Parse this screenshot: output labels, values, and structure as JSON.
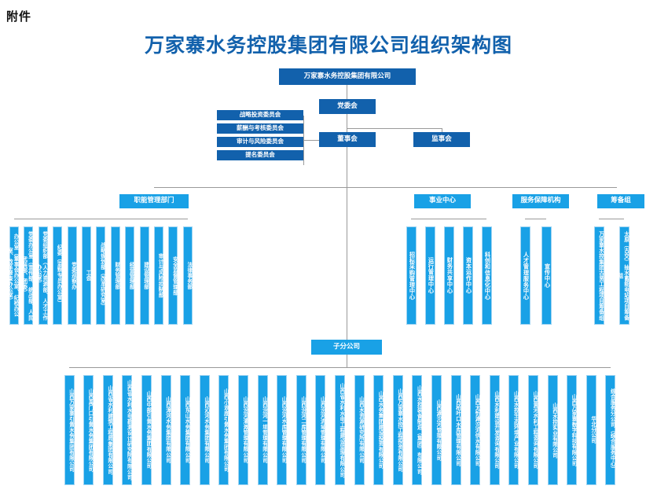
{
  "page": {
    "attachment_label": "附件",
    "title": "万家寨水务控股集团有限公司组织架构图",
    "colors": {
      "dark_blue": "#1261ac",
      "cyan": "#19a1e6",
      "line": "#9a9a9a",
      "title": "#1261ac"
    }
  },
  "chart_data": {
    "type": "diagram",
    "diagram_kind": "organization-chart",
    "root": "万家寨水务控股集团有限公司",
    "governance": {
      "party_committee": "党委会",
      "board_of_directors": "董事会",
      "board_of_supervisors": "监事会",
      "committees": [
        "战略投资委员会",
        "薪酬与考核委员会",
        "审计与风险委员会",
        "提名委员会"
      ]
    },
    "categories": [
      {
        "name": "职能管理部门",
        "units": [
          "办公室（董事会办公室、纪检办公室、改革督查办公室）",
          "党委办公室（宣传部、统战部、人民武装部、团委）",
          "党委组织部（人力资源部、人才工作办公室）",
          "纪委（监察专员办公室）",
          "党委巡察办",
          "工会",
          "战略规划部（改革研究室）",
          "财务管理部",
          "经营管理部",
          "建设管理部",
          "审计与风险控制部",
          "安全监督管理部",
          "法律事务部"
        ]
      },
      {
        "name": "事业中心",
        "units": [
          "招标采购管理中心",
          "运行管理中心",
          "财务共享中心",
          "资本运作中心",
          "科创和信息化中心"
        ]
      },
      {
        "name": "服务保障机构",
        "units": [
          "人才管理服务中心",
          "宣传中心"
        ]
      },
      {
        "name": "筹备组",
        "units": [
          "万家寨水控集团古贤工程项目筹备组",
          "太原（古交）抽水蓄能电站项目筹备组"
        ]
      }
    ],
    "subsidiaries_label": "子分公司",
    "subsidiaries": [
      "山西万家寨引黄水务集团有限公司",
      "山西禹门口引黄水务集团有限公司",
      "山西省水利建筑工程局集团有限公司",
      "山西省水利水电勘测设计研究院有限公司",
      "山西中部引黄水务集团有限公司",
      "山西漳河水务集团有限公司",
      "山西东山水务集团有限公司",
      "山西沁河水务集团有限公司",
      "山西小浪底引黄水务集团有限公司",
      "山西汾河灌溉管理有限公司",
      "山西汾河一坝管理有限公司",
      "山西汾河水库管理有限公司",
      "山西汾河二库管理有限公司",
      "山西汾河流域管理有限公司",
      "山西省水利水电工程建设监理有限公司",
      "山西水资源研究所有限公司",
      "山西水务集团建设投资有限公司",
      "山西万家寨水控工程投资有限公司",
      "山西水控装备制造（集团）有限公司",
      "山西滹沱河管理有限公司",
      "山西柏叶口水库管理有限公司",
      "山西太忻滹沱河供水有限公司",
      "山西水利建设开发咨询有限公司",
      "山西水控生态环境产业有限公司",
      "山西黄河水利工程咨询有限公司",
      "山西水控实业有限公司",
      "山西万家寨数字科技有限公司",
      "华北分公司",
      "综合服务分公司（综合服务中心）"
    ]
  }
}
